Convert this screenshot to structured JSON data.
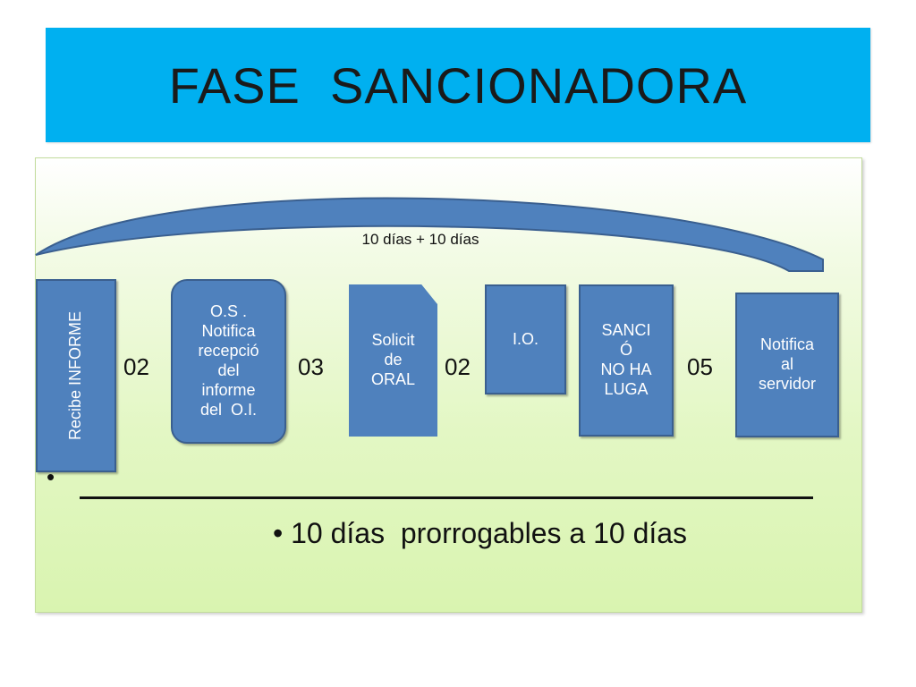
{
  "title": "FASE  SANCIONADORA",
  "arc_label": "10 días + 10 días",
  "boxes": {
    "recibe": "Recibe INFORME",
    "os": "O.S .\nNotifica\nrecepció\ndel\ninforme\ndel  O.I.",
    "solicit": "Solicit\nde\nORAL",
    "io": "I.O.",
    "sanci": "SANCI\nÓ\nNO HA\nLUGA",
    "notifica": "Notifica\nal\nservidor"
  },
  "numbers": {
    "n1": "02",
    "n2": "03",
    "n3": "02",
    "n4": "05"
  },
  "bullets": {
    "first_marker": "•",
    "second": "• 10 días  prorrogables a 10 días"
  },
  "colors": {
    "title_bg": "#00b0f0",
    "box_fill": "#4f81bd",
    "panel_bg": "#e3f7c4"
  }
}
